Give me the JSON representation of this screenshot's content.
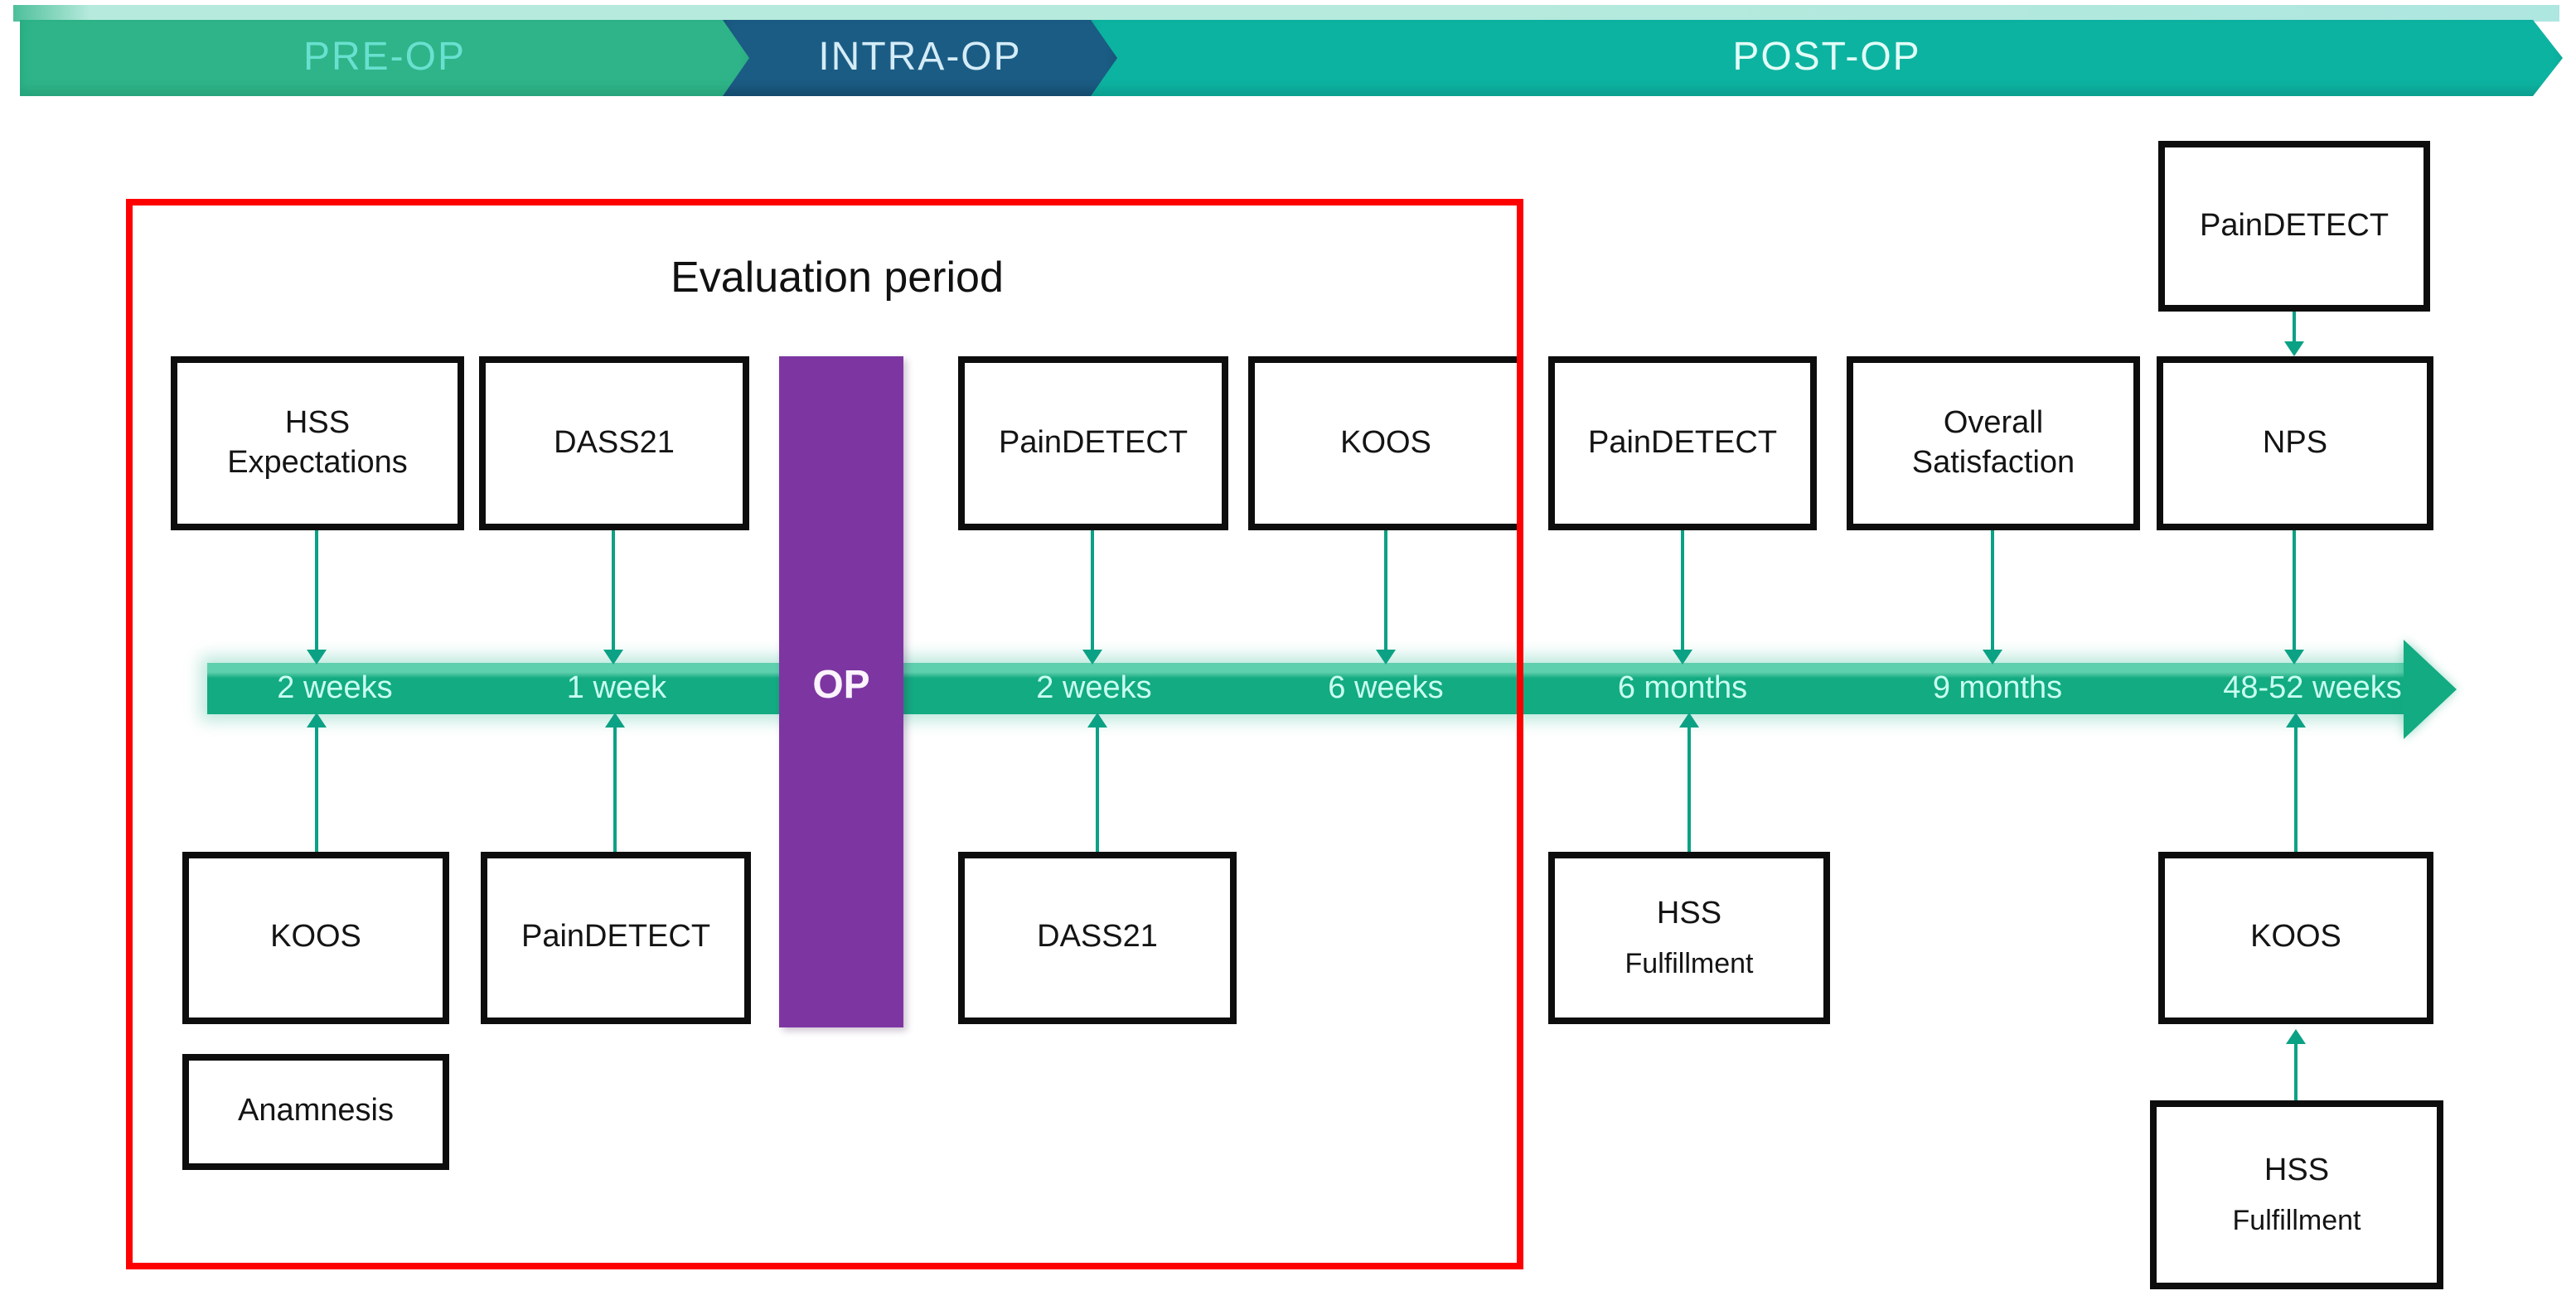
{
  "banner": {
    "phases": [
      {
        "label": "PRE-OP"
      },
      {
        "label": "INTRA-OP"
      },
      {
        "label": "POST-OP"
      }
    ]
  },
  "evaluation": {
    "title": "Evaluation period"
  },
  "timeline": {
    "tick_labels": [
      "2 weeks",
      "1 week",
      "2 weeks",
      "6 weeks",
      "6 months",
      "9 months",
      "48-52 weeks"
    ],
    "op_label": "OP"
  },
  "boxes": {
    "hss_expectations": {
      "line1": "HSS",
      "line2": "Expectations"
    },
    "dass21_pre": {
      "line1": "DASS21"
    },
    "paindetect_2w": {
      "line1": "PainDETECT"
    },
    "koos_6w": {
      "line1": "KOOS"
    },
    "paindetect_6m": {
      "line1": "PainDETECT"
    },
    "overall_satisfaction": {
      "line1": "Overall",
      "line2": "Satisfaction"
    },
    "nps": {
      "line1": "NPS"
    },
    "paindetect_top": {
      "line1": "PainDETECT"
    },
    "koos_2w": {
      "line1": "KOOS"
    },
    "paindetect_1w": {
      "line1": "PainDETECT"
    },
    "dass21_2w": {
      "line1": "DASS21"
    },
    "hss_fulfillment_6m": {
      "line1": "HSS",
      "line2": "Fulfillment"
    },
    "koos_48w": {
      "line1": "KOOS"
    },
    "anamnesis": {
      "line1": "Anamnesis"
    },
    "hss_fulfillment_bottom": {
      "line1": "HSS",
      "line2": "Fulfillment"
    }
  },
  "colors": {
    "preop-green": "#2eb488",
    "intraop-blue": "#1b5c84",
    "postop-teal": "#0db3a1",
    "banner-strip": "#a9e6d6",
    "postop-strip": "#9fe2da",
    "preop-text": "#69e0d0",
    "intraop-text": "#d4ecf7",
    "postop-text": "#e2fdf7",
    "timeline-green": "#13ab81",
    "timeline-highlight": "#5fd0ad",
    "timeline-text": "#c9fff1",
    "op-purple": "#7d36a1",
    "connector-teal": "#0ba184",
    "eval-red": "#ff0000",
    "box-border": "#0d0d0d"
  }
}
